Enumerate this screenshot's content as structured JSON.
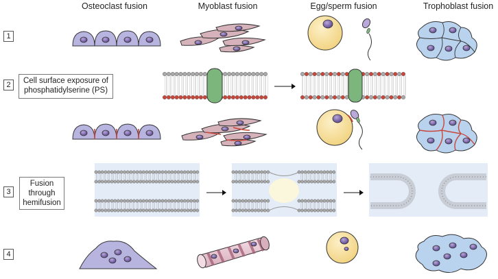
{
  "columns": [
    "Osteoclast fusion",
    "Myoblast fusion",
    "Egg/sperm fusion",
    "Trophoblast fusion"
  ],
  "steps": [
    "1",
    "2",
    "3",
    "4"
  ],
  "labels": {
    "ps_line1": "Cell surface exposure of",
    "ps_line2": "phosphatidylserine (PS)",
    "fusion_line1": "Fusion",
    "fusion_line2": "through",
    "fusion_line3": "hemifusion"
  },
  "colors": {
    "osteoclast": "#b7b4e0",
    "myoblast": "#d6b2bb",
    "egg": "#f8e2a0",
    "trophoblast": "#b9d3ef",
    "nucleus": "#7a63a6",
    "protein": "#7cb67c",
    "ps_head": "#c8463a",
    "lipid_head": "#a9a9a9",
    "membrane_panel": "#e4ecf7"
  }
}
